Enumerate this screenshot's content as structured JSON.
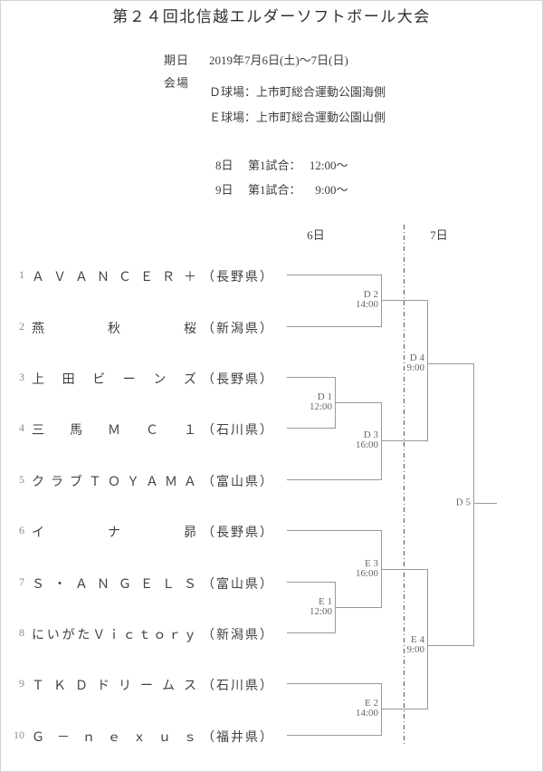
{
  "title": "第２４回北信越エルダーソフトボール大会",
  "info": {
    "date_label": "期日",
    "date_value": "2019年7月6日(土)～7日(日)",
    "venue_label": "会場",
    "venues": {
      "d": "Ｄ球場：上市町総合運動公園海側",
      "e": "Ｅ球場：上市町総合運動公園山側"
    },
    "schedule": [
      {
        "day": "8日",
        "match_label": "第1試合：",
        "time": "12:00～"
      },
      {
        "day": "9日",
        "match_label": "第1試合：",
        "time": "9:00～"
      }
    ]
  },
  "bracket": {
    "day_headers": {
      "day1": "6日",
      "day2": "7日"
    },
    "teams": [
      {
        "seed": "1",
        "name": "ＡＶＡＮＣＥＲ＋",
        "prefecture": "（長野県）"
      },
      {
        "seed": "2",
        "name": "燕秋桜",
        "prefecture": "（新潟県）"
      },
      {
        "seed": "3",
        "name": "上田ビーンズ",
        "prefecture": "（長野県）"
      },
      {
        "seed": "4",
        "name": "三馬ＭＣ１",
        "prefecture": "（石川県）"
      },
      {
        "seed": "5",
        "name": "クラブＴＯＹＡＭＡ",
        "prefecture": "（富山県）"
      },
      {
        "seed": "6",
        "name": "イナ昴",
        "prefecture": "（長野県）"
      },
      {
        "seed": "7",
        "name": "Ｓ・ＡＮＧＥＬＳ",
        "prefecture": "（富山県）"
      },
      {
        "seed": "8",
        "name": "にいがたＶｉｃｔｏｒｙ",
        "prefecture": "（新潟県）"
      },
      {
        "seed": "9",
        "name": "ＴＫＤドリームス",
        "prefecture": "（石川県）"
      },
      {
        "seed": "10",
        "name": "Ｇ－ｎｅｘｕｓ",
        "prefecture": "（福井県）"
      }
    ],
    "matches": {
      "d1": {
        "code": "D 1",
        "time": "12:00"
      },
      "d2": {
        "code": "D 2",
        "time": "14:00"
      },
      "d3": {
        "code": "D 3",
        "time": "16:00"
      },
      "d4": {
        "code": "D 4",
        "time": "9:00"
      },
      "d5": {
        "code": "D 5",
        "time": ""
      },
      "e1": {
        "code": "E 1",
        "time": "12:00"
      },
      "e2": {
        "code": "E 2",
        "time": "14:00"
      },
      "e3": {
        "code": "E 3",
        "time": "16:00"
      },
      "e4": {
        "code": "E 4",
        "time": "9:00"
      }
    }
  }
}
